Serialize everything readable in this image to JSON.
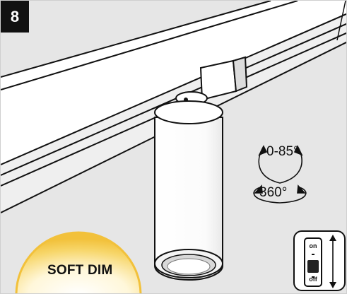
{
  "step": {
    "number": "8"
  },
  "adjustment": {
    "tilt_label": "0-85°",
    "rotate_label": "360°"
  },
  "feature": {
    "soft_dim_label": "SOFT DIM",
    "glow_color": "#f5c842"
  },
  "switch": {
    "on_label": "on",
    "off_label": "off"
  },
  "colors": {
    "background": "#e6e6e6",
    "badge": "#111111",
    "line": "#111111",
    "fixture": "#ffffff"
  }
}
